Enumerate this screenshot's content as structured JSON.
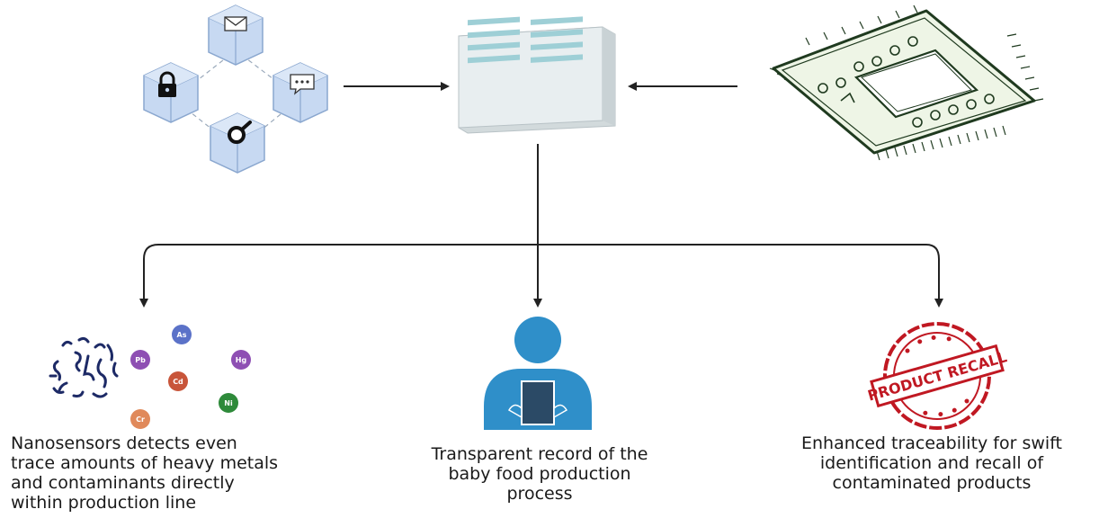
{
  "colors": {
    "cube_fill": "#c7d9f2",
    "cube_stroke": "#8aa7cf",
    "arrow": "#222222",
    "server_fill": "#e4eaec",
    "server_stripes": "#9ecfd6",
    "chip_stroke": "#1f3a1f",
    "chip_fill": "#eef5e6",
    "person": "#2f8fc9",
    "tablet": "#2b4a66",
    "stamp": "#c01822"
  },
  "blockchain": {
    "icons": [
      "envelope-icon",
      "lock-icon",
      "chat-icon",
      "magnifier-icon"
    ]
  },
  "elements": [
    {
      "symbol": "As",
      "color": "#5b72c8"
    },
    {
      "symbol": "Pb",
      "color": "#8e4fb3"
    },
    {
      "symbol": "Hg",
      "color": "#8e4fb3"
    },
    {
      "symbol": "Cd",
      "color": "#c8553a"
    },
    {
      "symbol": "Ni",
      "color": "#2e8a3a"
    },
    {
      "symbol": "Cr",
      "color": "#e0895a"
    }
  ],
  "stamp": {
    "text": "PRODUCT RECALL"
  },
  "captions": {
    "left": "Nanosensors detects even\ntrace amounts of heavy metals\nand contaminants directly\nwithin production line",
    "middle": "Transparent record of the\nbaby food production\nprocess",
    "right": "Enhanced traceability for swift\nidentification and recall of\ncontaminated products"
  }
}
